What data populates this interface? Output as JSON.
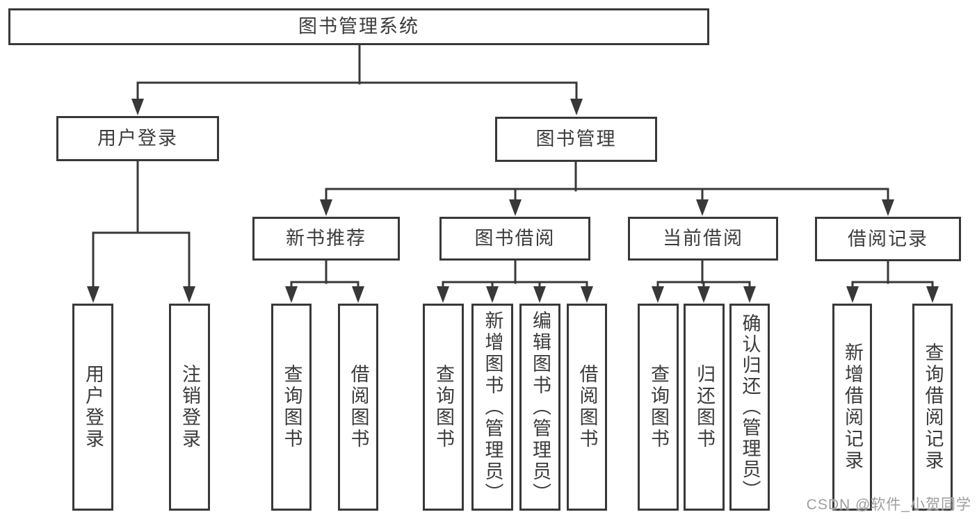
{
  "colors": {
    "line": "#383838",
    "box_border": "#383838",
    "text": "#3b3b3b",
    "background": "#ffffff",
    "watermark": "#9e9e9e"
  },
  "watermark": "CSDN @软件_小贺同学",
  "tree": {
    "root": {
      "label": "图书管理系统"
    },
    "branches": [
      {
        "label": "用户登录",
        "children": [
          {
            "label": "用户登录"
          },
          {
            "label": "注销登录"
          }
        ]
      },
      {
        "label": "图书管理",
        "children": [
          {
            "label": "新书推荐",
            "children": [
              {
                "label": "查询图书"
              },
              {
                "label": "借阅图书"
              }
            ]
          },
          {
            "label": "图书借阅",
            "children": [
              {
                "label": "查询图书"
              },
              {
                "label": "新增图书（管理员）"
              },
              {
                "label": "编辑图书（管理员）"
              },
              {
                "label": "借阅图书"
              }
            ]
          },
          {
            "label": "当前借阅",
            "children": [
              {
                "label": "查询图书"
              },
              {
                "label": "归还图书"
              },
              {
                "label": "确认归还（管理员）"
              }
            ]
          },
          {
            "label": "借阅记录",
            "children": [
              {
                "label": "新增借阅记录"
              },
              {
                "label": "查询借阅记录"
              }
            ]
          }
        ]
      }
    ]
  }
}
